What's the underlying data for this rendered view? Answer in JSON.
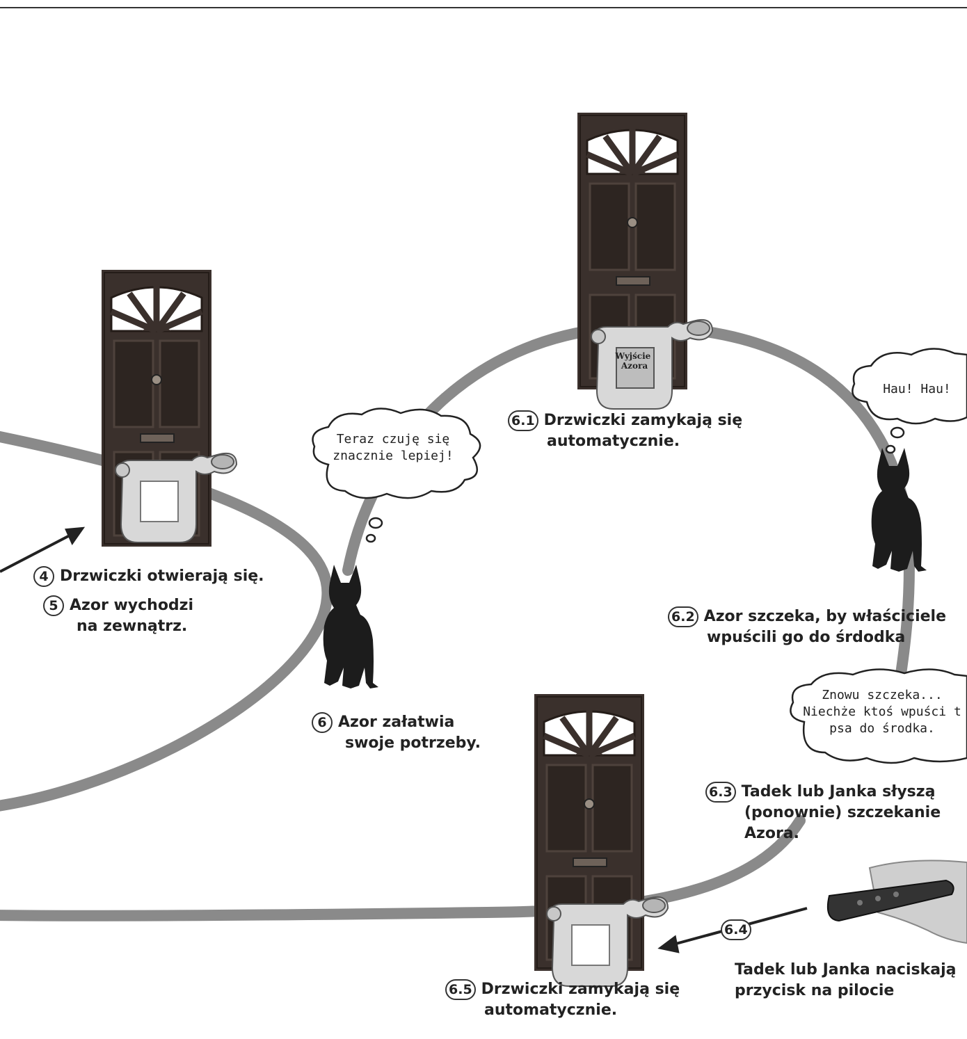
{
  "steps": {
    "s4": {
      "num": "4",
      "text": "Drzwiczki otwierają się."
    },
    "s5": {
      "num": "5",
      "line1": "Azor wychodzi",
      "line2": "na zewnątrz."
    },
    "s6": {
      "num": "6",
      "line1": "Azor załatwia",
      "line2": "swoje potrzeby."
    },
    "s61": {
      "num": "6.1",
      "line1": "Drzwiczki zamykają się",
      "line2": "automatycznie."
    },
    "s62": {
      "num": "6.2",
      "line1": "Azor szczeka, by właściciele",
      "line2": "wpuścili go do śrdodka"
    },
    "s63": {
      "num": "6.3",
      "line1": "Tadek lub Janka słyszą",
      "line2": "(ponownie) szczekanie",
      "line3": "Azora."
    },
    "s64": {
      "num": "6.4",
      "line1": "Tadek lub Janka naciskają",
      "line2": "przycisk na pilocie"
    },
    "s65": {
      "num": "6.5",
      "line1": "Drzwiczki zamykają się",
      "line2": "automatycznie."
    }
  },
  "thoughts": {
    "t1": {
      "line1": "Teraz czuję się",
      "line2": "znacznie lepiej!"
    },
    "t2": {
      "line1": "Hau! Hau!"
    },
    "t3": {
      "line1": "Znowu szczeka...",
      "line2": "Niechże ktoś wpuści t",
      "line3": "psa do środka."
    }
  },
  "door_sign": {
    "line1": "Wyjście",
    "line2": "Azora"
  },
  "colors": {
    "path": "#8a8a8a",
    "door": "#3a302c",
    "dog": "#1c1c1c",
    "ink": "#222222"
  }
}
